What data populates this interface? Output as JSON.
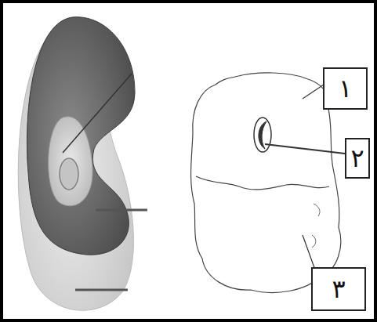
{
  "diagram": {
    "nodes": [
      {
        "text": [
          "١"
        ]
      },
      {
        "text": [
          "٢"
        ]
      },
      {
        "text": [
          "٣"
        ]
      }
    ]
  }
}
